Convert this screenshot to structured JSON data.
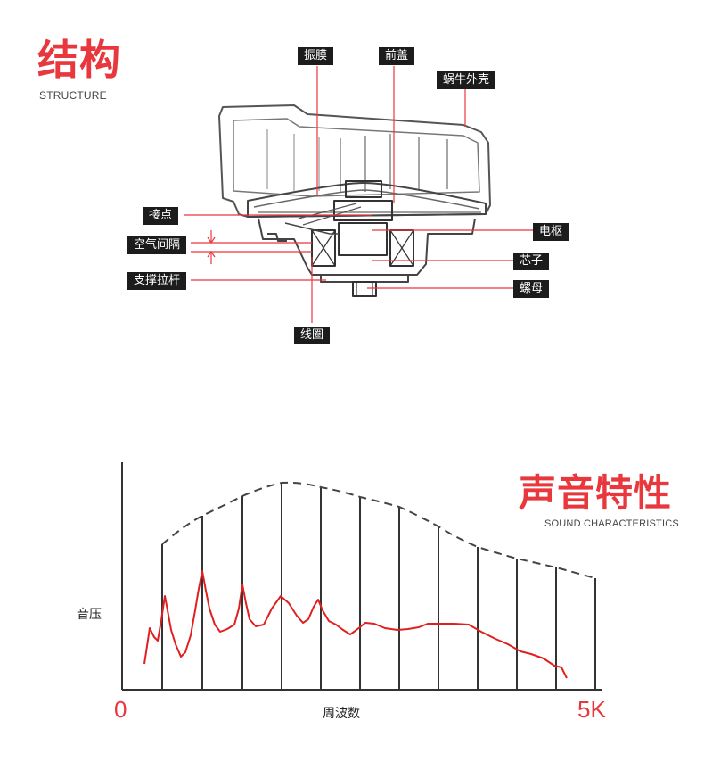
{
  "structure": {
    "title": "结构",
    "subtitle": "STRUCTURE",
    "labels": {
      "diaphragm": "振膜",
      "front_cover": "前盖",
      "snail_shell": "蜗牛外壳",
      "contact": "接点",
      "air_gap": "空气间隔",
      "support_rod": "支撑拉杆",
      "armature": "电枢",
      "core": "芯子",
      "nut": "螺母",
      "coil": "线圈"
    }
  },
  "sound": {
    "title": "声音特性",
    "subtitle": "SOUND CHARACTERISTICS",
    "y_label": "音压",
    "x_label": "周波数",
    "x_start": "0",
    "x_end": "5K"
  },
  "colors": {
    "accent": "#e8383d",
    "label_bg": "#1c1c1c",
    "curve": "#e02020"
  }
}
